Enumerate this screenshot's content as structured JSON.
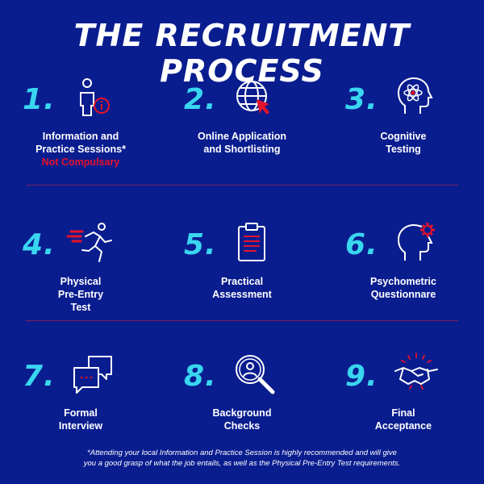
{
  "title": "THE RECRUITMENT PROCESS",
  "accent_color": "#39d6f0",
  "alert_color": "#e5122b",
  "steps": [
    {
      "number": "1.",
      "icon": "person-info-icon",
      "lines": [
        "Information and",
        "Practice Sessions*"
      ],
      "note": "Not Compulsary"
    },
    {
      "number": "2.",
      "icon": "globe-cursor-icon",
      "lines": [
        "Online Application",
        "and Shortlisting"
      ]
    },
    {
      "number": "3.",
      "icon": "head-atom-icon",
      "lines": [
        "Cognitive",
        "Testing"
      ]
    },
    {
      "number": "4.",
      "icon": "running-person-icon",
      "lines": [
        "Physical",
        "Pre-Entry",
        "Test"
      ]
    },
    {
      "number": "5.",
      "icon": "clipboard-icon",
      "lines": [
        "Practical",
        "Assessment"
      ]
    },
    {
      "number": "6.",
      "icon": "head-gear-icon",
      "lines": [
        "Psychometric",
        "Questionnare"
      ]
    },
    {
      "number": "7.",
      "icon": "chat-bubbles-icon",
      "lines": [
        "Formal",
        "Interview"
      ]
    },
    {
      "number": "8.",
      "icon": "magnifier-person-icon",
      "lines": [
        "Background",
        "Checks"
      ]
    },
    {
      "number": "9.",
      "icon": "handshake-icon",
      "lines": [
        "Final",
        "Acceptance"
      ]
    }
  ],
  "footnote": {
    "line1": "*Attending your local Information and Practice Session is highly recommended and will give",
    "line2": "you a good grasp of what the job entails, as well as the Physical Pre-Entry Test requirements."
  }
}
